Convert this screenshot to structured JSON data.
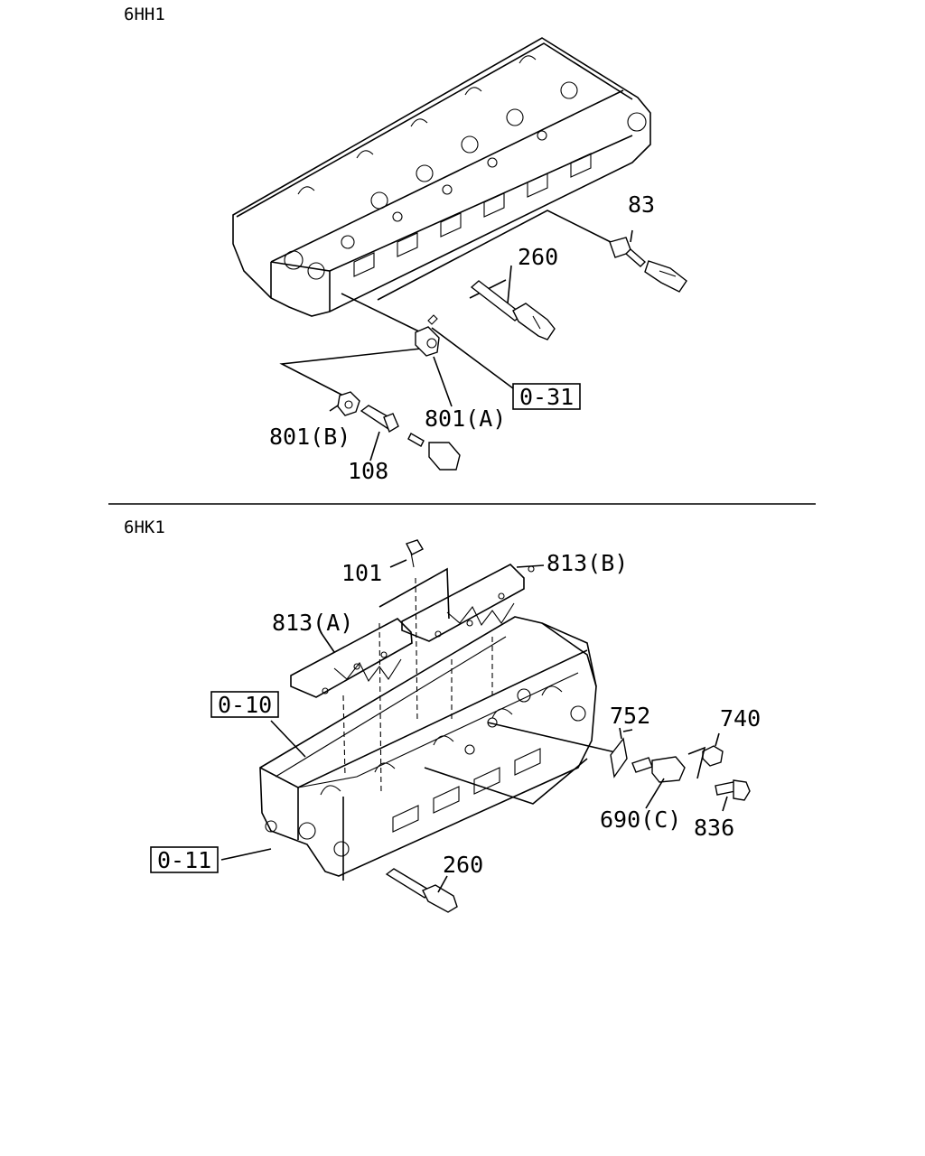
{
  "sections": {
    "top": {
      "label": "6HH1"
    },
    "bottom": {
      "label": "6HK1"
    }
  },
  "callouts": {
    "top": {
      "p83": "83",
      "p260": "260",
      "p801a": "801(A)",
      "p801b": "801(B)",
      "p108": "108",
      "ref031": "0-31"
    },
    "bottom": {
      "p101": "101",
      "p813b": "813(B)",
      "p813a": "813(A)",
      "ref010": "0-10",
      "ref011": "0-11",
      "p752": "752",
      "p740": "740",
      "p690c": "690(C)",
      "p836": "836",
      "p260": "260"
    }
  }
}
